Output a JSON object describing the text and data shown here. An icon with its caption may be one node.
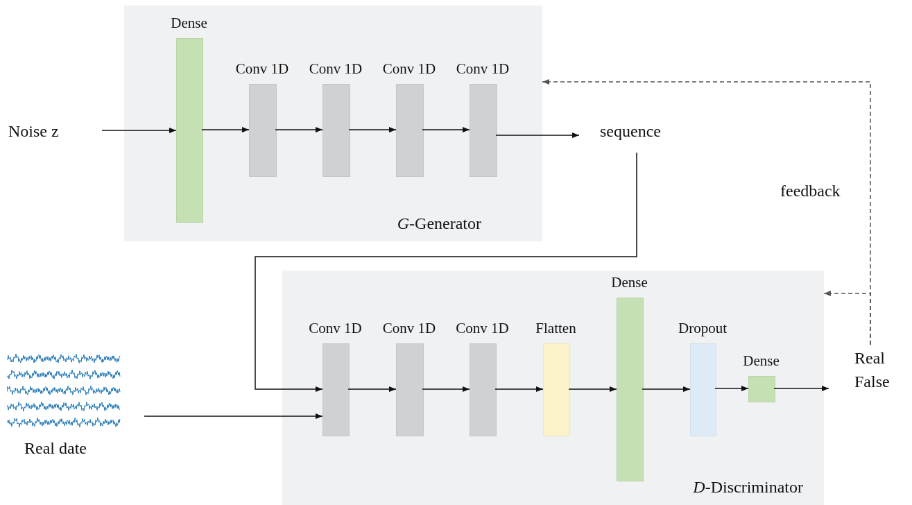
{
  "diagram": {
    "nodes": [
      {
        "text": [
          "*G*-Generator"
        ]
      },
      {
        "text": [
          "Dense"
        ],
        "in": 0
      },
      {
        "text": [
          "Conv 1D"
        ],
        "in": 0
      },
      {
        "text": [
          "Conv 1D"
        ],
        "in": 0
      },
      {
        "text": [
          "Conv 1D"
        ],
        "in": 0
      },
      {
        "text": [
          "Conv 1D"
        ],
        "in": 0
      },
      {
        "text": [
          "Noise z"
        ]
      },
      {
        "text": [
          "sequence"
        ]
      },
      {
        "text": [
          "*D*-Discriminator"
        ]
      },
      {
        "text": [
          "Conv 1D"
        ],
        "in": 8
      },
      {
        "text": [
          "Conv 1D"
        ],
        "in": 8
      },
      {
        "text": [
          "Conv 1D"
        ],
        "in": 8
      },
      {
        "text": [
          "Flatten"
        ],
        "in": 8
      },
      {
        "text": [
          "Dense"
        ],
        "in": 8
      },
      {
        "text": [
          "Dropout"
        ],
        "in": 8
      },
      {
        "text": [
          "Dense"
        ],
        "in": 8
      },
      {
        "text": [
          "Real",
          "False"
        ]
      },
      {
        "text": [],
        "shape": "picture",
        "beside": [
          "Real date"
        ]
      }
    ],
    "edges": [
      {
        "from": 6,
        "to": 1,
        "arrow": "to"
      },
      {
        "from": 1,
        "to": 2,
        "arrow": "to"
      },
      {
        "from": 2,
        "to": 3,
        "arrow": "to"
      },
      {
        "from": 3,
        "to": 4,
        "arrow": "to"
      },
      {
        "from": 4,
        "to": 5,
        "arrow": "to"
      },
      {
        "from": 5,
        "to": 7,
        "arrow": "to"
      },
      {
        "from": 7,
        "to": 9,
        "arrow": "to"
      },
      {
        "from": 17,
        "to": 9,
        "arrow": "to"
      },
      {
        "from": 9,
        "to": 10,
        "arrow": "to"
      },
      {
        "from": 10,
        "to": 11,
        "arrow": "to"
      },
      {
        "from": 11,
        "to": 12,
        "arrow": "to"
      },
      {
        "from": 12,
        "to": 13,
        "arrow": "to"
      },
      {
        "from": 13,
        "to": 14,
        "arrow": "to"
      },
      {
        "from": 14,
        "to": 15,
        "arrow": "to"
      },
      {
        "from": 15,
        "to": 16,
        "arrow": "to"
      },
      {
        "from": 16,
        "to": 0,
        "arrow": "to",
        "style": "dashed",
        "color": "#555555",
        "label": "feedback"
      },
      {
        "from": 16,
        "to": 8,
        "arrow": "to",
        "style": "dashed",
        "color": "#555555"
      }
    ]
  }
}
